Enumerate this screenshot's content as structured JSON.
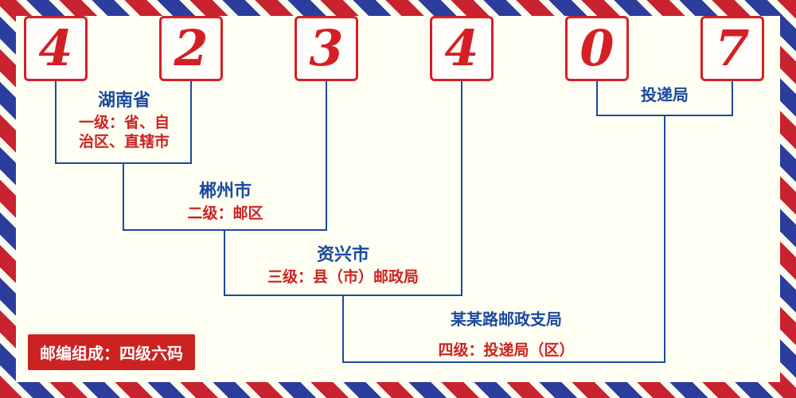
{
  "postal_code": {
    "digits": [
      "4",
      "2",
      "3",
      "4",
      "0",
      "7"
    ]
  },
  "levels": [
    {
      "name": "湖南省",
      "desc": [
        "一级：省、自",
        "治区、直辖市"
      ]
    },
    {
      "name": "郴州市",
      "desc": [
        "二级：邮区"
      ]
    },
    {
      "name": "资兴市",
      "desc": [
        "三级：县（市）邮政局"
      ]
    },
    {
      "name": "某某路邮政支局",
      "desc": [
        "四级：投递局（区）"
      ]
    }
  ],
  "delivery_office_label": "投递局",
  "badge_text": "邮编组成：四级六码",
  "colors": {
    "digit_red": "#d42025",
    "label_blue": "#1a4a9e",
    "label_red": "#cc2222",
    "line_blue": "#1a4a9e",
    "badge_bg": "#cc2222",
    "background": "#fffef2",
    "stripe_red": "#c8232f",
    "stripe_blue": "#2b3e9e"
  }
}
